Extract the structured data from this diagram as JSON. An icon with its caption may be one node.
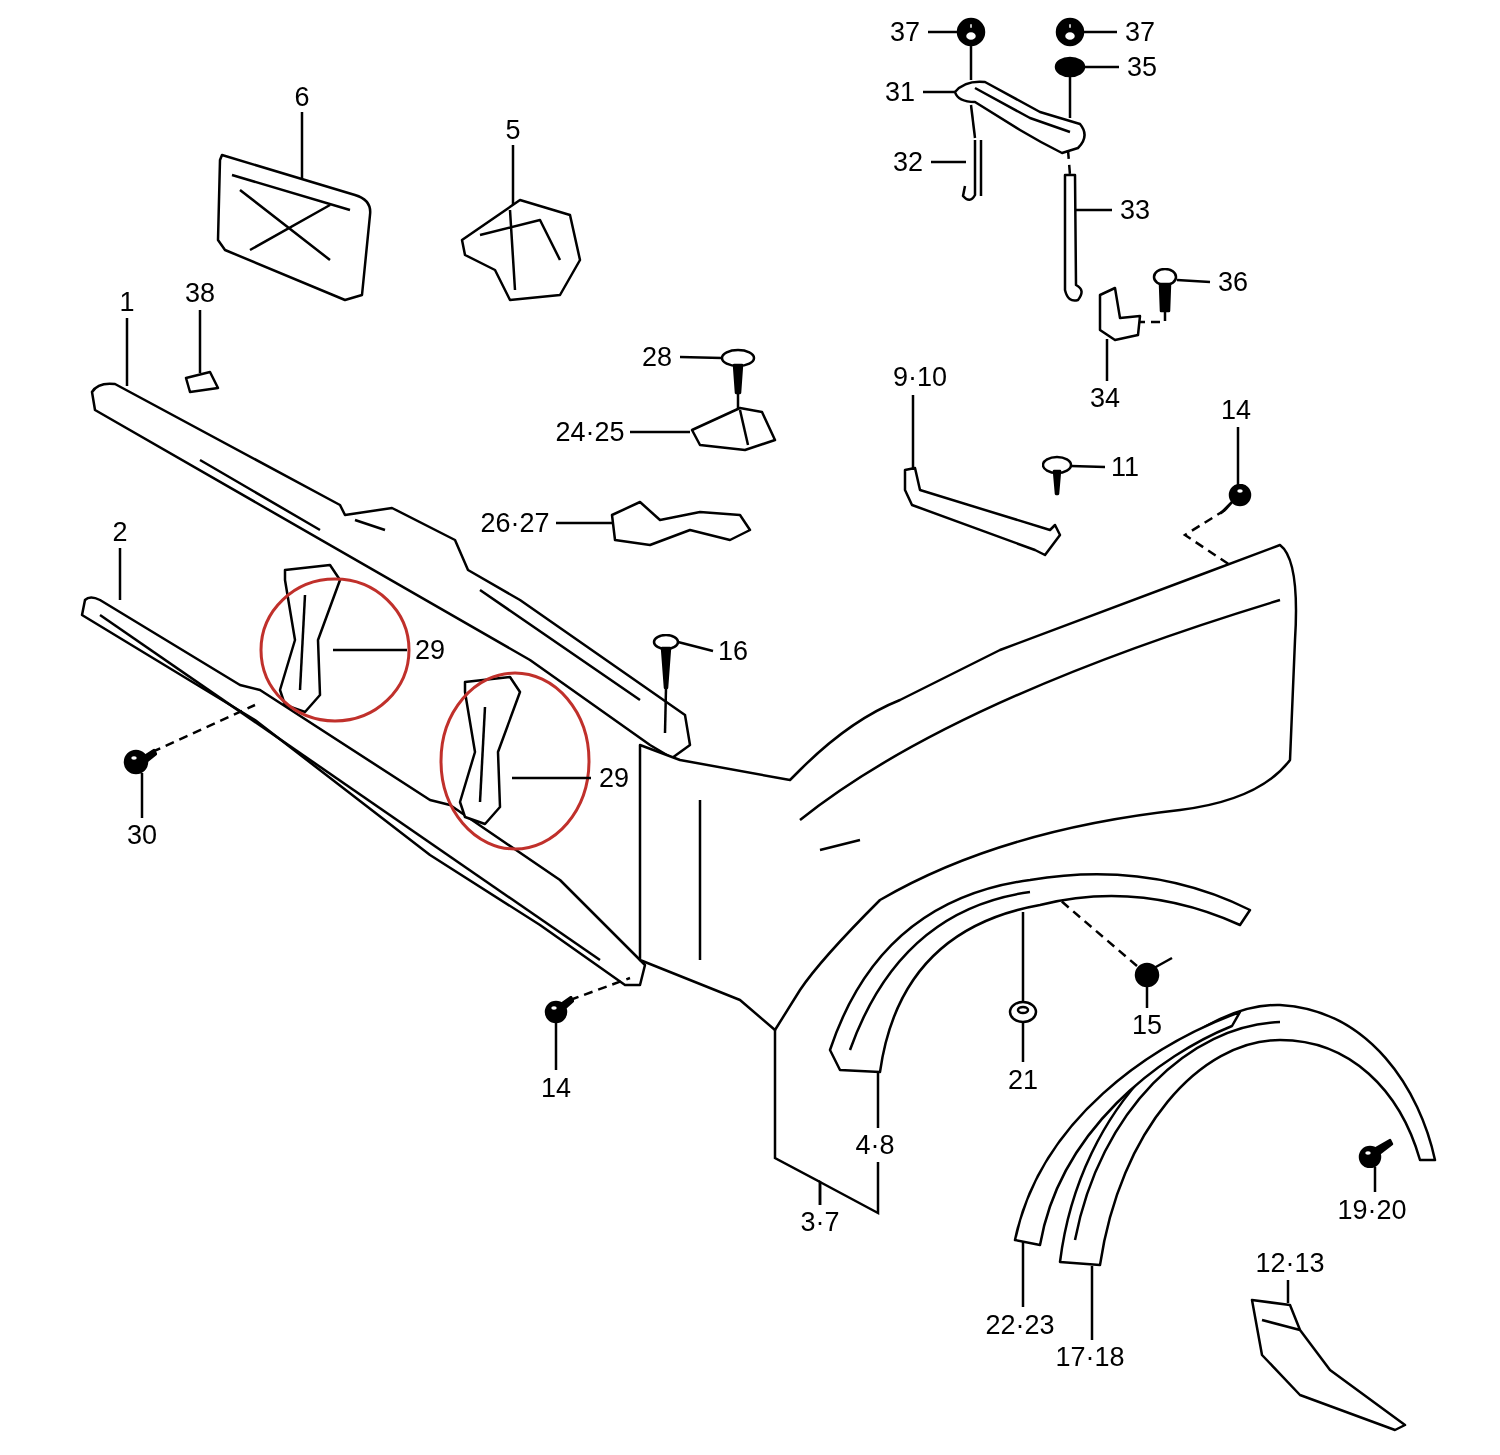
{
  "diagram": {
    "nodes": [
      {
        "text": [
          "37"
        ]
      },
      {
        "text": [],
        "shape": "picture"
      },
      {
        "text": [
          "37"
        ]
      },
      {
        "text": [],
        "shape": "picture"
      },
      {
        "text": [
          "35"
        ]
      },
      {
        "text": [],
        "shape": "picture"
      },
      {
        "text": [
          "31"
        ]
      },
      {
        "text": [],
        "shape": "picture"
      },
      {
        "text": [
          "32"
        ]
      },
      {
        "text": [],
        "shape": "picture"
      },
      {
        "text": [
          "6"
        ]
      },
      {
        "text": [],
        "shape": "picture"
      },
      {
        "text": [
          "33"
        ]
      },
      {
        "text": [],
        "shape": "picture"
      },
      {
        "text": [
          "5"
        ]
      },
      {
        "text": [],
        "shape": "picture"
      },
      {
        "text": [
          "36"
        ]
      },
      {
        "text": [],
        "shape": "picture"
      },
      {
        "text": [
          "38"
        ]
      },
      {
        "text": [],
        "shape": "picture"
      },
      {
        "text": [
          "1"
        ]
      },
      {
        "text": [],
        "shape": "picture"
      },
      {
        "text": [
          "28"
        ]
      },
      {
        "text": [],
        "shape": "picture"
      },
      {
        "text": [
          "9·10"
        ]
      },
      {
        "text": [
          "34"
        ]
      },
      {
        "text": [],
        "shape": "picture"
      },
      {
        "text": [
          "14"
        ]
      },
      {
        "text": [],
        "shape": "picture"
      },
      {
        "text": [
          "24·25"
        ]
      },
      {
        "text": [],
        "shape": "picture"
      },
      {
        "text": [
          "11"
        ]
      },
      {
        "text": [],
        "shape": "picture"
      },
      {
        "text": [],
        "shape": "picture"
      },
      {
        "text": [
          "26·27"
        ]
      },
      {
        "text": [],
        "shape": "picture"
      },
      {
        "text": [
          "2"
        ]
      },
      {
        "text": [],
        "shape": "picture"
      },
      {
        "text": [
          "29"
        ]
      },
      {
        "text": [],
        "shape": "picture"
      },
      {
        "text": [
          "16"
        ]
      },
      {
        "text": [],
        "shape": "picture"
      },
      {
        "text": [
          "29"
        ]
      },
      {
        "text": [],
        "shape": "picture"
      },
      {
        "text": [],
        "shape": "picture"
      },
      {
        "text": [
          "30"
        ]
      },
      {
        "text": [],
        "shape": "picture"
      },
      {
        "text": [],
        "shape": "picture"
      },
      {
        "text": [],
        "shape": "picture"
      },
      {
        "text": [],
        "shape": "picture"
      },
      {
        "text": [
          "15"
        ]
      },
      {
        "text": [],
        "shape": "picture"
      },
      {
        "text": [
          "21"
        ]
      },
      {
        "text": [],
        "shape": "picture"
      },
      {
        "text": [],
        "shape": "picture"
      },
      {
        "text": [
          "14"
        ]
      },
      {
        "text": [
          "4·8"
        ]
      },
      {
        "text": [],
        "shape": "picture"
      },
      {
        "text": [
          "3·7"
        ]
      },
      {
        "text": [
          "19·20"
        ]
      },
      {
        "text": [
          "12·13"
        ]
      },
      {
        "text": [],
        "shape": "picture"
      },
      {
        "text": [
          "22·23"
        ]
      },
      {
        "text": [
          "17·18"
        ]
      }
    ],
    "edges": [
      {
        "from": 0,
        "to": 1,
        "arrow": "none"
      },
      {
        "from": 2,
        "to": 3,
        "arrow": "none"
      },
      {
        "from": 4,
        "to": 5,
        "arrow": "none"
      },
      {
        "from": 6,
        "to": 7,
        "arrow": "none"
      },
      {
        "from": 8,
        "to": 9,
        "arrow": "none"
      },
      {
        "from": 10,
        "to": 11,
        "arrow": "none"
      },
      {
        "from": 12,
        "to": 13,
        "arrow": "none"
      },
      {
        "from": 14,
        "to": 15,
        "arrow": "none"
      },
      {
        "from": 16,
        "to": 17,
        "arrow": "none"
      },
      {
        "from": 18,
        "to": 19,
        "arrow": "none"
      },
      {
        "from": 20,
        "to": 21,
        "arrow": "none"
      },
      {
        "from": 22,
        "to": 23,
        "arrow": "none"
      },
      {
        "from": 24,
        "to": 33,
        "arrow": "none"
      },
      {
        "from": 25,
        "to": 26,
        "arrow": "none"
      },
      {
        "from": 27,
        "to": 28,
        "arrow": "none"
      },
      {
        "from": 29,
        "to": 30,
        "arrow": "none"
      },
      {
        "from": 31,
        "to": 32,
        "arrow": "none"
      },
      {
        "from": 34,
        "to": 35,
        "arrow": "none"
      },
      {
        "from": 36,
        "to": 37,
        "arrow": "none"
      },
      {
        "from": 38,
        "to": 39,
        "arrow": "none"
      },
      {
        "from": 40,
        "to": 41,
        "arrow": "none"
      },
      {
        "from": 42,
        "to": 43,
        "arrow": "none"
      },
      {
        "from": 45,
        "to": 46,
        "arrow": "none"
      },
      {
        "from": 50,
        "to": 49,
        "arrow": "none"
      },
      {
        "from": 52,
        "to": 48,
        "arrow": "none"
      },
      {
        "from": 55,
        "to": 51,
        "arrow": "none"
      },
      {
        "from": 56,
        "to": 47,
        "arrow": "none"
      },
      {
        "from": 58,
        "to": 44,
        "arrow": "none"
      },
      {
        "from": 58,
        "to": 56,
        "arrow": "none"
      },
      {
        "from": 59,
        "to": 57,
        "arrow": "none"
      },
      {
        "from": 60,
        "to": 61,
        "arrow": "none"
      },
      {
        "from": 62,
        "to": 53,
        "arrow": "none"
      },
      {
        "from": 63,
        "to": 54,
        "arrow": "none"
      },
      {
        "from": 46,
        "to": 37,
        "arrow": "none",
        "style": "dashed"
      },
      {
        "from": 51,
        "to": 37,
        "arrow": "none",
        "style": "dashed"
      },
      {
        "from": 28,
        "to": 44,
        "arrow": "none",
        "style": "dashed"
      },
      {
        "from": 17,
        "to": 26,
        "arrow": "none",
        "style": "dashed"
      },
      {
        "from": 49,
        "to": 47,
        "arrow": "none",
        "style": "dashed"
      },
      {
        "from": 48,
        "to": 47,
        "arrow": "none"
      },
      {
        "from": 1,
        "to": 7,
        "arrow": "none"
      },
      {
        "from": 7,
        "to": 9,
        "arrow": "none"
      },
      {
        "from": 5,
        "to": 7,
        "arrow": "none"
      },
      {
        "from": 7,
        "to": 13,
        "arrow": "none",
        "style": "dashed"
      },
      {
        "from": 41,
        "to": 21,
        "arrow": "none"
      },
      {
        "from": 23,
        "to": 30,
        "arrow": "none"
      }
    ]
  }
}
